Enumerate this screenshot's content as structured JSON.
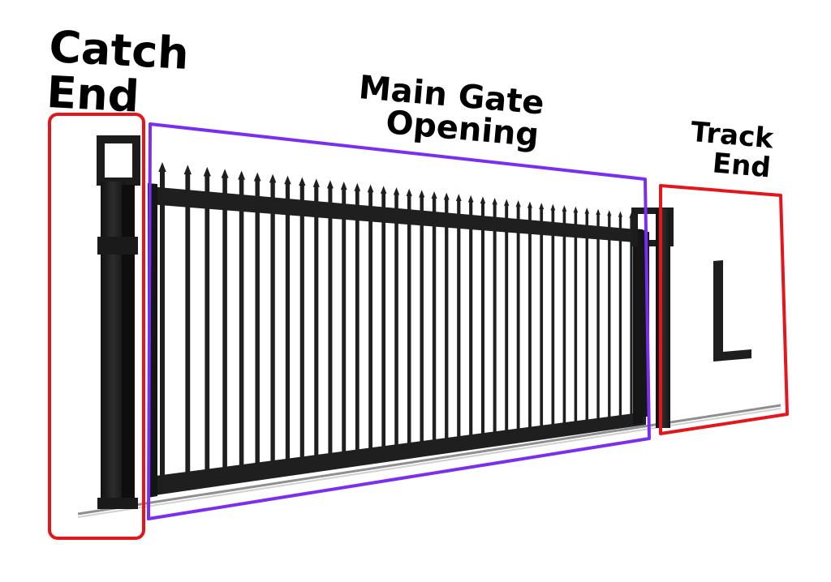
{
  "labels": {
    "catch_end": [
      "Catch",
      "End"
    ],
    "main_gate_opening": [
      "Main Gate",
      "Opening"
    ],
    "track_end": [
      "Track",
      "End"
    ]
  },
  "colors": {
    "catch_end_box": "#e4161b",
    "main_gate_box": "#7a2ff0",
    "track_end_box": "#e4161b",
    "gate_metal": "#1f1f1f",
    "rail": "#9a9a9a"
  }
}
